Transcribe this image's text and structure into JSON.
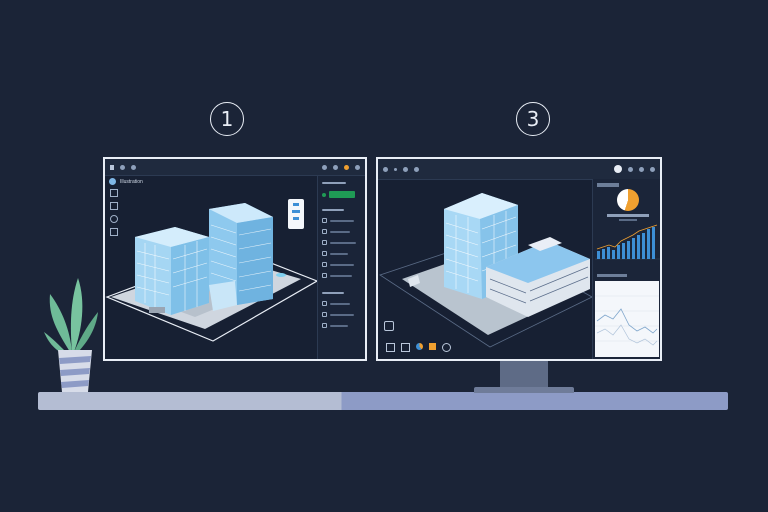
{
  "steps": [
    {
      "marker": "1"
    },
    {
      "marker": "3"
    }
  ],
  "left_screen": {
    "title": "Illustration"
  },
  "right_screen": {
    "legend_heading": "",
    "chart_title": ""
  },
  "colors": {
    "background": "#1b2437",
    "screen_border": "#e9eef6",
    "building_glass": "#9fd0f0",
    "accent_green": "#1f9a55",
    "accent_orange": "#f0a030",
    "chart_blue": "#3d8fd6"
  },
  "icons": [
    "plant-icon",
    "settings-icon",
    "share-icon",
    "layers-icon",
    "pie-chart-icon",
    "bar-chart-icon",
    "line-chart-icon"
  ]
}
